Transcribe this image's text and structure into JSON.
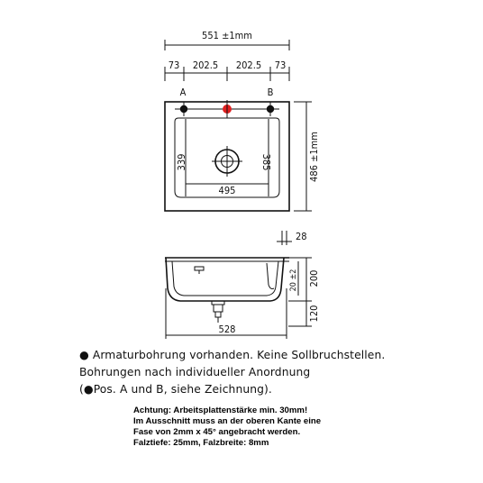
{
  "dimensions": {
    "overall_width": "551 ±1mm",
    "segment_1": "73",
    "segment_2": "202.5",
    "segment_3": "202.5",
    "segment_4": "73",
    "overall_depth": "486 ±1mm",
    "inner_width": "495",
    "inner_depth_left": "339",
    "inner_depth_right": "385",
    "thickness": "28",
    "section_height": "200",
    "fold_depth": "20 ±2",
    "drain_height": "120",
    "section_width": "528"
  },
  "labels": {
    "pos_a": "A",
    "pos_b": "B"
  },
  "colors": {
    "faucet_hole_marked": "#e02020",
    "faucet_hole_optional": "#111111"
  },
  "notes": {
    "line1": "● Armaturbohrung vorhanden. Keine Sollbruchstellen.",
    "line2": "Bohrungen nach individueller Anordnung",
    "line3": "(●Pos. A und B, siehe Zeichnung)."
  },
  "warning": {
    "line1": "Achtung: Arbeitsplattenstärke min. 30mm!",
    "line2": "Im Ausschnitt muss an der oberen Kante eine",
    "line3": "Fase von 2mm x 45° angebracht werden.",
    "line4": "Falztiefe: 25mm, Falzbreite: 8mm"
  }
}
